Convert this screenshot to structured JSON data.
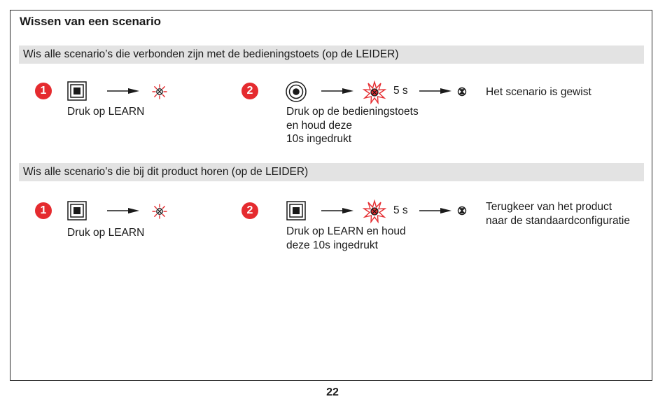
{
  "title": "Wissen van een scenario",
  "section1": {
    "header": "Wis alle scenario’s die verbonden zijn met de bedieningstoets (op de LEIDER)",
    "step1": {
      "number": "1",
      "caption": "Druk op LEARN"
    },
    "step2": {
      "number": "2",
      "duration": "5 s",
      "caption": [
        "Druk op de bedieningstoets",
        "en houd deze",
        "10s ingedrukt"
      ]
    },
    "result": [
      "Het scenario is gewist"
    ]
  },
  "section2": {
    "header": "Wis alle scenario’s die bij dit product horen (op de LEIDER)",
    "step1": {
      "number": "1",
      "caption": "Druk op LEARN"
    },
    "step2": {
      "number": "2",
      "duration": "5 s",
      "caption": [
        "Druk op LEARN en houd",
        "deze 10s ingedrukt"
      ]
    },
    "result": [
      "Terugkeer van het product",
      "naar de standaardconfiguratie"
    ]
  },
  "page_number": "22",
  "colors": {
    "accent_red": "#e52b2f",
    "bar_gray": "#e3e3e3"
  },
  "icons": [
    "learn-button-icon",
    "control-button-icon",
    "arrow-icon",
    "blinking-led-icon",
    "led-off-icon"
  ]
}
